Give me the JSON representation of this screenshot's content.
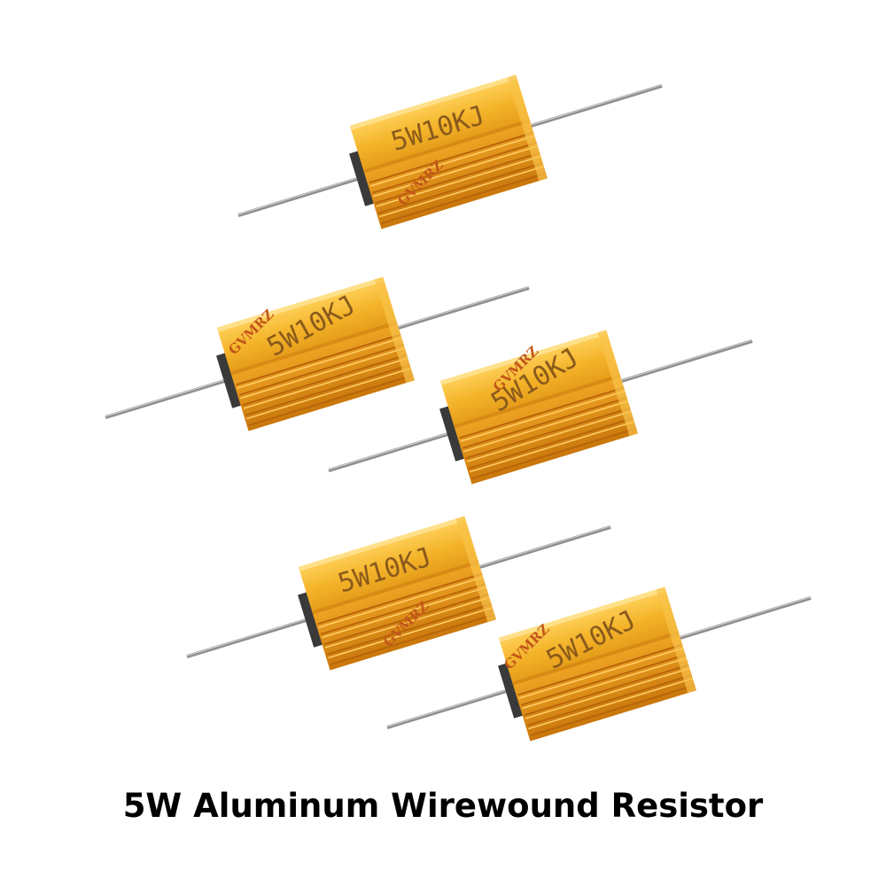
{
  "caption": "5W Aluminum Wirewound Resistor",
  "resistor": {
    "marking": "5W10KJ",
    "brand": "GVMRZ",
    "count": 5
  },
  "colors": {
    "body_face": "#f4b82a",
    "body_light": "#ffd35a",
    "body_dark": "#d98a10",
    "fin_dark": "#c9770c",
    "ink": "#8a5a1c",
    "brand_ink": "#c2561a",
    "lead": "#9a9a9a"
  }
}
